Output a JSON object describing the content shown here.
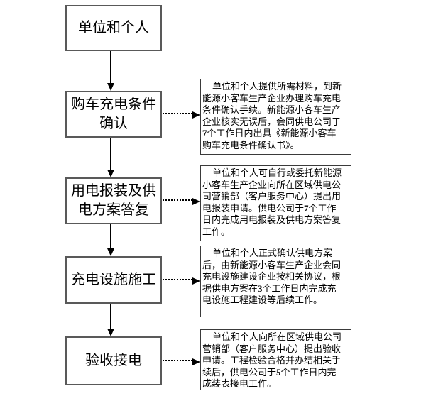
{
  "flow_steps": [
    {
      "label": "单位和个人"
    },
    {
      "label": "购车充电条件确认"
    },
    {
      "label": "用电报装及供电方案答复"
    },
    {
      "label": "充电设施施工"
    },
    {
      "label": "验收接电"
    }
  ],
  "side_notes": [
    {
      "full_text": "单位和个人提供所需材料，到新能源小客车生产企业办理购车充电条件确认手续。新能源小客车生产企业核实无误后，会同供电公司于7个工作日内出具《新能源小客车购车充电条件确认书》。",
      "lines": [
        {
          "pre": "单位和个人提供所需材料，到新",
          "num": "",
          "post": ""
        },
        {
          "pre": "能源小客车生产企业办理购车充电",
          "num": "",
          "post": ""
        },
        {
          "pre": "条件确认手续。新能源小客车生产",
          "num": "",
          "post": ""
        },
        {
          "pre": "企业核实无误后，会同供电公司于",
          "num": "",
          "post": ""
        },
        {
          "pre": "",
          "num": "7",
          "post": "个工作日内出具《新能源小客车"
        },
        {
          "pre": "购车充电条件确认书》。",
          "num": "",
          "post": ""
        }
      ]
    },
    {
      "full_text": "单位和个人可自行或委托新能源小客车生产企业向所在区域供电公司营销部（客户服务中心）提出用电报装申请。供电公司于7个工作日内完成用电报装及供电方案答复工作。",
      "lines": [
        {
          "pre": "单位和个人可自行或委托新能源",
          "num": "",
          "post": ""
        },
        {
          "pre": "小客车生产企业向所在区域供电公",
          "num": "",
          "post": ""
        },
        {
          "pre": "司营销部（客户服务中心）提出用",
          "num": "",
          "post": ""
        },
        {
          "pre": "电报装申请。供电公司于",
          "num": "7",
          "post": "个工作"
        },
        {
          "pre": "日内完成用电报装及供电方案答复",
          "num": "",
          "post": ""
        },
        {
          "pre": "工作。",
          "num": "",
          "post": ""
        }
      ]
    },
    {
      "full_text": "单位和个人正式确认供电方案后，由新能源小客车生产企业会同充电设施建设企业按相关协议，根据供电方案在3个工作日内完成充电设施工程建设等后续工作。",
      "lines": [
        {
          "pre": "单位和个人正式确认供电方案",
          "num": "",
          "post": ""
        },
        {
          "pre": "后，由新能源小客车生产企业会同",
          "num": "",
          "post": ""
        },
        {
          "pre": "充电设施建设企业按相关协议，根",
          "num": "",
          "post": ""
        },
        {
          "pre": "据供电方案在",
          "num": "3",
          "post": "个工作日内完成充"
        },
        {
          "pre": "电设施工程建设等后续工作。",
          "num": "",
          "post": ""
        }
      ]
    },
    {
      "full_text": "单位和个人向所在区域供电公司营销部（客户服务中心）提出验收申请。工程检验合格并办结相关手续后，供电公司于5个工作日内完成装表接电工作。",
      "lines": [
        {
          "pre": "单位和个人向所在区域供电公司",
          "num": "",
          "post": ""
        },
        {
          "pre": "营销部（客户服务中心）提出验收",
          "num": "",
          "post": ""
        },
        {
          "pre": "申请。工程检验合格并办结相关手",
          "num": "",
          "post": ""
        },
        {
          "pre": "续后，供电公司于",
          "num": "5",
          "post": "个工作日内完"
        },
        {
          "pre": "成装表接电工作。",
          "num": "",
          "post": ""
        }
      ]
    }
  ],
  "colors": {
    "flow_border": "#595959",
    "note_border": "#3a3a3a",
    "arrow": "#000000",
    "text": "#000000",
    "background": "#ffffff"
  }
}
